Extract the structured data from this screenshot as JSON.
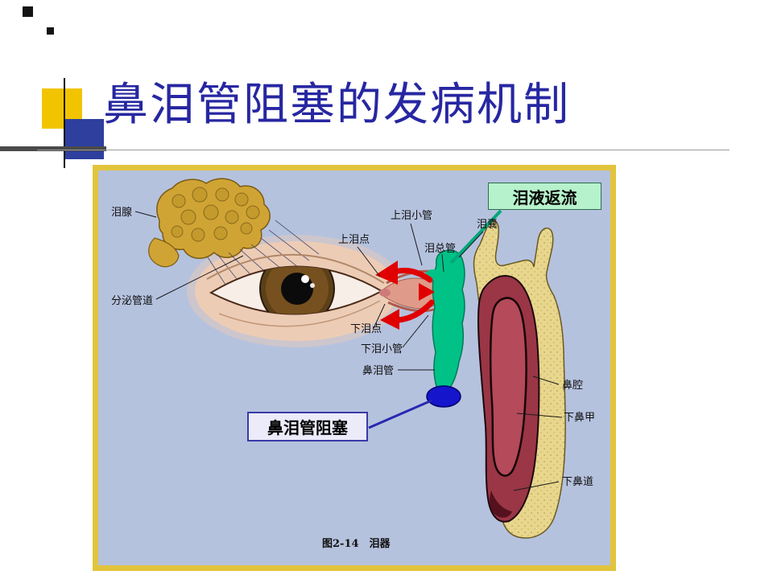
{
  "slide": {
    "title": "鼻泪管阻塞的发病机制"
  },
  "diagram": {
    "caption": "图2-14　泪器",
    "callouts": {
      "reflux": "泪液返流",
      "obstruction": "鼻泪管阻塞"
    },
    "labels": {
      "lacrimal_gland": "泪腺",
      "secretory_ducts": "分泌管道",
      "upper_punctum": "上泪点",
      "upper_canaliculus": "上泪小管",
      "lacrimal_sac": "泪囊",
      "common_canaliculus": "泪总管",
      "lower_punctum": "下泪点",
      "lower_canaliculus": "下泪小管",
      "nasolacrimal_duct": "鼻泪管",
      "nasal_cavity": "鼻腔",
      "inferior_turbinate": "下鼻甲",
      "inferior_meatus": "下鼻道"
    },
    "colors": {
      "frame_border": "#e2c43c",
      "diagram_background": "#b5c2de",
      "reflux_highlight": "#00c287",
      "obstruction_highlight": "#1515cc",
      "arrow_red": "#e00000",
      "reflux_box_background": "#b6f2cb",
      "obstruction_box_background": "#ebebfa",
      "title_color": "#2727a2"
    }
  }
}
